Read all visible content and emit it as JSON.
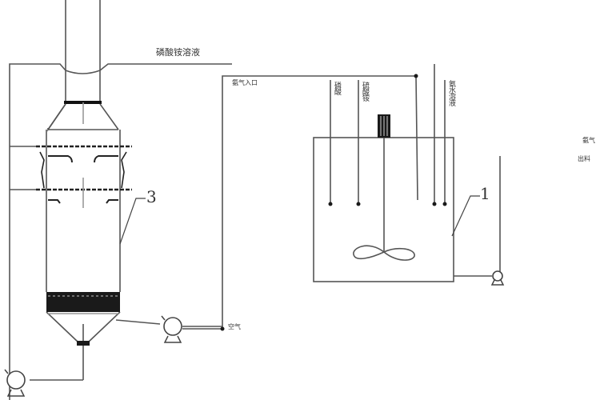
{
  "diagram": {
    "type": "process-flow",
    "labels": {
      "top_pipe": "磷酸铵溶液",
      "ammonia_feed": "氨气入口",
      "air": "空气",
      "tank_inlet_1": "磷酸",
      "tank_inlet_2": "硫酸铵",
      "tank_inlet_3": "氨水溶液",
      "outlet_top": "氨气",
      "outlet_bottom": "出料"
    },
    "callouts": {
      "tank": "1",
      "column": "3"
    },
    "colors": {
      "line": "#555555",
      "fill_dark": "#1a1a1a",
      "background": "#ffffff"
    }
  }
}
